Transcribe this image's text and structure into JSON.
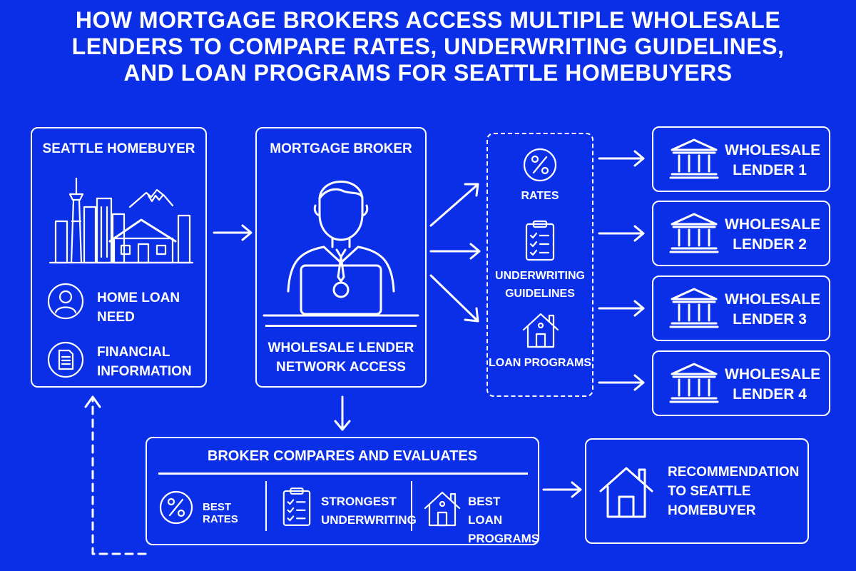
{
  "title": "HOW MORTGAGE BROKERS ACCESS MULTIPLE WHOLESALE LENDERS TO COMPARE RATES, UNDERWRITING GUIDELINES, AND LOAN PROGRAMS FOR SEATTLE HOMEBUYERS",
  "homebuyer": {
    "heading": "SEATTLE HOMEBUYER",
    "items": [
      {
        "label": "HOME LOAN NEED",
        "icon": "person-icon"
      },
      {
        "label": "FINANCIAL INFORMATION",
        "icon": "document-icon"
      }
    ]
  },
  "broker": {
    "heading": "MORTGAGE BROKER",
    "footer": "WHOLESALE LENDER NETWORK ACCESS"
  },
  "criteria": [
    {
      "label": "RATES",
      "icon": "percent-icon"
    },
    {
      "label": "UNDERWRITING GUIDELINES",
      "icon": "checklist-icon"
    },
    {
      "label": "LOAN PROGRAMS",
      "icon": "house-icon"
    }
  ],
  "lenders": [
    {
      "label": "WHOLESALE LENDER 1"
    },
    {
      "label": "WHOLESALE LENDER 2"
    },
    {
      "label": "WHOLESALE LENDER 3"
    },
    {
      "label": "WHOLESALE LENDER 4"
    }
  ],
  "compare": {
    "heading": "BROKER COMPARES AND EVALUATES",
    "items": [
      {
        "label": "BEST RATES",
        "icon": "percent-icon"
      },
      {
        "label": "STRONGEST UNDERWRITING",
        "icon": "checklist-icon"
      },
      {
        "label": "BEST LOAN PROGRAMS",
        "icon": "house-icon"
      }
    ]
  },
  "recommendation": {
    "label": "RECOMMENDATION TO SEATTLE HOMEBUYER",
    "icon": "house-icon"
  },
  "colors": {
    "background": "#0b2fe6",
    "foreground": "#ffffff"
  }
}
